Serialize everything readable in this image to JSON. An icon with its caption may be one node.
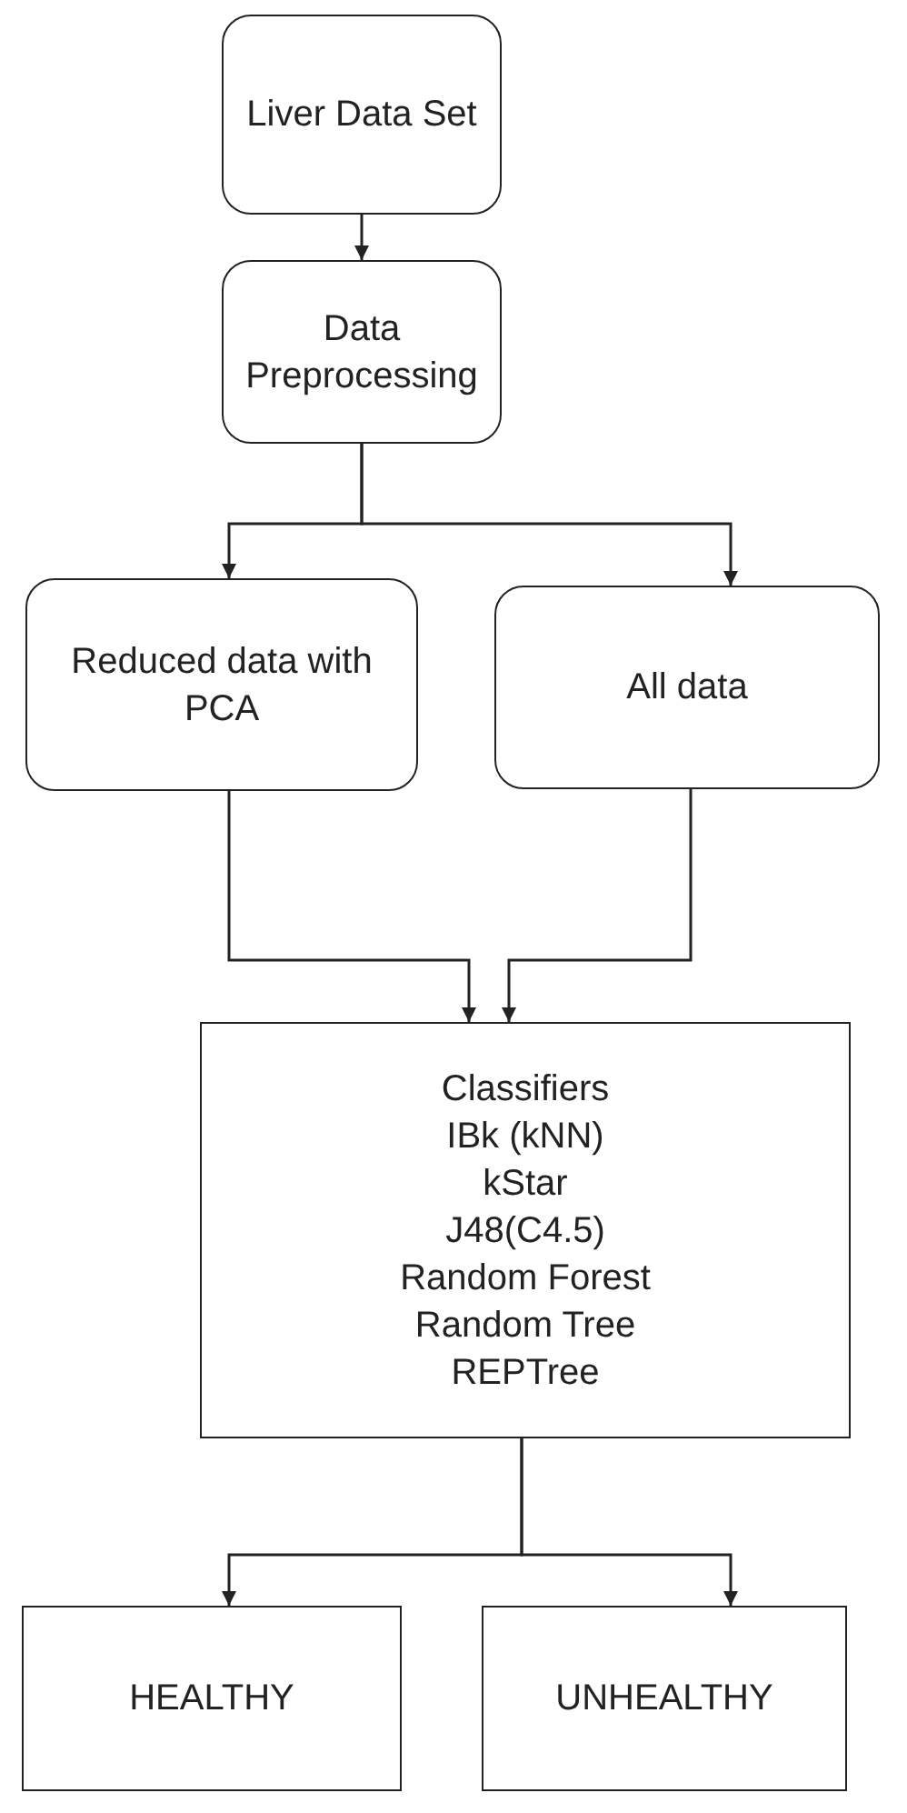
{
  "diagram": {
    "nodes": [
      {
        "text": [
          "Liver Data Set"
        ]
      },
      {
        "text": [
          "Data Preprocessing"
        ]
      },
      {
        "text": [
          "Reduced data with PCA"
        ]
      },
      {
        "text": [
          "All data"
        ]
      },
      {
        "text": [
          "Classifiers",
          "IBk (kNN)",
          "kStar",
          "J48(C4.5)",
          "Random Forest",
          "Random Tree",
          "REPTree"
        ]
      },
      {
        "text": [
          "HEALTHY"
        ]
      },
      {
        "text": [
          "UNHEALTHY"
        ]
      }
    ],
    "edges": [
      {
        "from": 0,
        "to": 1,
        "arrow": "to"
      },
      {
        "from": 1,
        "to": 2,
        "arrow": "to"
      },
      {
        "from": 1,
        "to": 3,
        "arrow": "to"
      },
      {
        "from": 2,
        "to": 4,
        "arrow": "to"
      },
      {
        "from": 3,
        "to": 4,
        "arrow": "to"
      },
      {
        "from": 4,
        "to": 5,
        "arrow": "to"
      },
      {
        "from": 4,
        "to": 6,
        "arrow": "to"
      }
    ]
  }
}
